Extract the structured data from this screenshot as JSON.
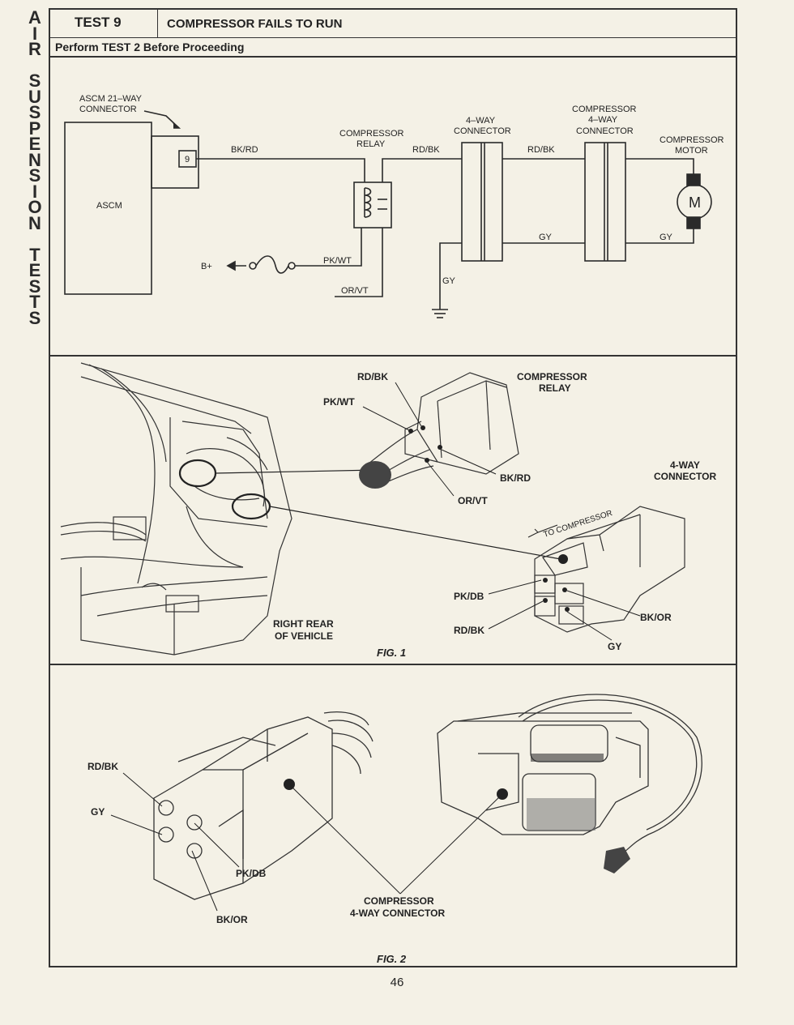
{
  "side_tab": [
    "A",
    "I",
    "R",
    "",
    "S",
    "U",
    "S",
    "P",
    "E",
    "N",
    "S",
    "I",
    "O",
    "N",
    "",
    "T",
    "E",
    "S",
    "T",
    "S"
  ],
  "header": {
    "test_label": "TEST 9",
    "title": "COMPRESSOR FAILS TO RUN",
    "precondition": "Perform TEST 2 Before Proceeding"
  },
  "schematic": {
    "ascm_connector": [
      "ASCM 21–WAY",
      "CONNECTOR"
    ],
    "ascm": "ASCM",
    "pin": "9",
    "wire_bk_rd": "BK/RD",
    "relay_label": [
      "COMPRESSOR",
      "RELAY"
    ],
    "wire_rd_bk_1": "RD/BK",
    "conn4_label": [
      "4–WAY",
      "CONNECTOR"
    ],
    "wire_rd_bk_2": "RD/BK",
    "comp_conn4_label": [
      "COMPRESSOR",
      "4–WAY",
      "CONNECTOR"
    ],
    "motor_label": [
      "COMPRESSOR",
      "MOTOR"
    ],
    "motor_symbol": "M",
    "battery": "B+",
    "wire_pk_wt": "PK/WT",
    "wire_or_vt": "OR/VT",
    "wire_gy_1": "GY",
    "wire_gy_2": "GY",
    "wire_gy_ground": "GY"
  },
  "fig1": {
    "relay_wire_rd_bk": "RD/BK",
    "relay_wire_pk_wt": "PK/WT",
    "relay_label": [
      "COMPRESSOR",
      "RELAY"
    ],
    "relay_wire_bk_rd": "BK/RD",
    "relay_wire_or_vt": "OR/VT",
    "conn_label": [
      "4-WAY",
      "CONNECTOR"
    ],
    "to_compressor": "TO COMPRESSOR",
    "pk_db": "PK/DB",
    "rd_bk": "RD/BK",
    "bk_or": "BK/OR",
    "gy": "GY",
    "location": [
      "RIGHT REAR",
      "OF VEHICLE"
    ],
    "caption": "FIG. 1"
  },
  "fig2": {
    "rd_bk": "RD/BK",
    "gy": "GY",
    "pk_db": "PK/DB",
    "bk_or": "BK/OR",
    "connector_label": [
      "COMPRESSOR",
      "4-WAY CONNECTOR"
    ],
    "caption": "FIG. 2"
  },
  "page_number": "46"
}
